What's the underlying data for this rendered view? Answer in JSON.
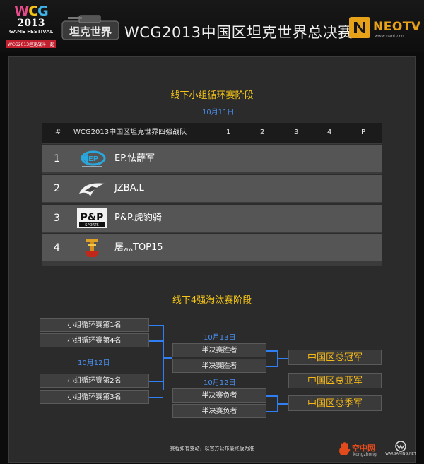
{
  "header": {
    "wcg_logo": {
      "letters": [
        "W",
        "C",
        "G"
      ],
      "year": "2013",
      "festival": "GAME FESTIVAL",
      "sub": "WCG2013坦克战斗一起"
    },
    "tank_logo_text": "坦克世界",
    "title": "WCG2013中国区坦克世界总决赛",
    "neotv": {
      "name": "NEOTV",
      "url": "www.neotv.cn"
    }
  },
  "group_stage": {
    "title": "线下小组循环赛阶段",
    "date": "10月11日",
    "columns": [
      "#",
      "WCG2013中国区坦克世界四强战队",
      "1",
      "2",
      "3",
      "4",
      "P"
    ],
    "teams": [
      {
        "rank": "1",
        "name": "EP.怯薛军",
        "logo_icon": "ep-team-logo"
      },
      {
        "rank": "2",
        "name": "JZBA.L",
        "logo_icon": "jzba-team-logo"
      },
      {
        "rank": "3",
        "name": "P&P.虎豹骑",
        "logo_icon": "pnp-team-logo"
      },
      {
        "rank": "4",
        "name": "屠灬TOP15",
        "logo_icon": "top15-team-logo"
      }
    ],
    "pnp_logo_text": "P&P",
    "pnp_logo_sub": "SPORTS"
  },
  "knockout": {
    "title": "线下4强淘汰赛阶段",
    "qf_date": "10月12日",
    "sf_date_top": "10月13日",
    "sf_date_bottom": "10月12日",
    "first_round": [
      "小组循环赛第1名",
      "小组循环赛第4名",
      "小组循环赛第2名",
      "小组循环赛第3名"
    ],
    "semis": [
      "半决赛胜者",
      "半决赛胜者",
      "半决赛负者",
      "半决赛负者"
    ],
    "results": [
      "中国区总冠军",
      "中国区总亚军",
      "中国区总季军"
    ]
  },
  "footer": {
    "note": "赛程如有变动，以官方公布最终版为准",
    "kongzhong": {
      "name": "空中网",
      "sub": "kongzhong"
    },
    "wargaming": "WARGAMING.NET"
  },
  "colors": {
    "accent_yellow": "#f5c518",
    "date_blue": "#4a8ff0",
    "bracket_line": "#2f7ff2",
    "result_gold": "#f5b918",
    "neotv_orange": "#e8a21a"
  }
}
